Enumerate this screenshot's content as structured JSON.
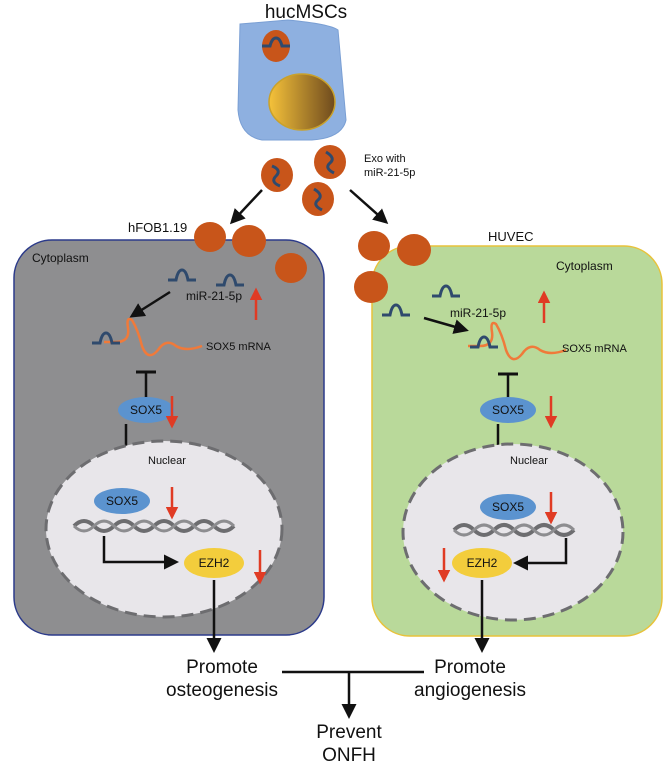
{
  "source_cell": {
    "title": "hucMSCs"
  },
  "exosome_label": {
    "line1": "Exo with",
    "line2": "miR-21-5p"
  },
  "left_cell": {
    "name": "hFOB1.19",
    "cytoplasm": "Cytoplasm",
    "mirna": "miR-21-5p",
    "mrna": "SOX5 mRNA",
    "protein": "SOX5",
    "nucleus": "Nuclear",
    "nuclear_protein": "SOX5",
    "target": "EZH2"
  },
  "right_cell": {
    "name": "HUVEC",
    "cytoplasm": "Cytoplasm",
    "mirna": "miR-21-5p",
    "mrna": "SOX5 mRNA",
    "protein": "SOX5",
    "nucleus": "Nuclear",
    "nuclear_protein": "SOX5",
    "target": "EZH2"
  },
  "outcomes": {
    "left_line1": "Promote",
    "left_line2": "osteogenesis",
    "right_line1": "Promote",
    "right_line2": "angiogenesis",
    "final_line1": "Prevent",
    "final_line2": "ONFH"
  },
  "colors": {
    "source_cell": "#8eb0e0",
    "left_cell": "#8e8e90",
    "right_cell": "#b9d99a",
    "exosome": "#c8551a",
    "protein": "#5b93cf",
    "ezh2": "#f3cd3c",
    "up_down_arrow": "#e03b24",
    "mirna": "#2f4a6d",
    "mrna": "#f07a3a"
  },
  "icons": [
    "up-arrow-icon",
    "down-arrow-icon",
    "inhibition-bar-icon",
    "dna-helix-icon",
    "mirna-hairpin-icon"
  ]
}
